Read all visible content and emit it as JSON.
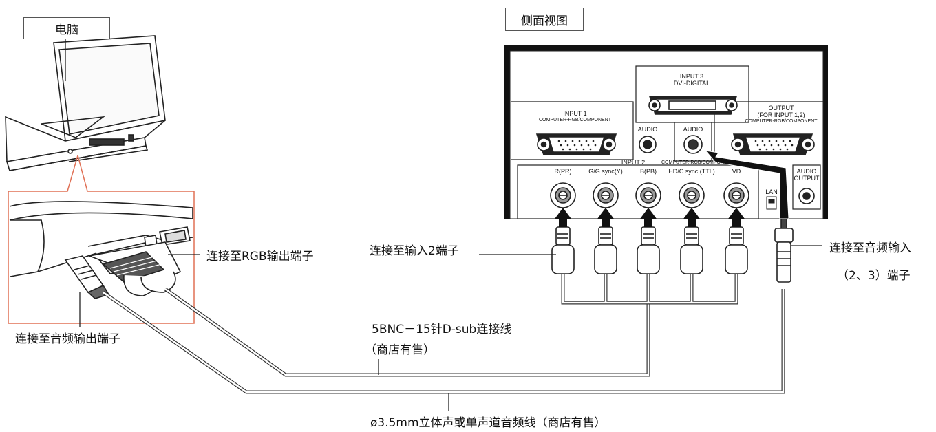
{
  "labels": {
    "computer": "电脑",
    "side_view": "侧面视图",
    "rgb_out": "连接至RGB输出端子",
    "audio_out": "连接至音频输出端子",
    "input2": "连接至输入2端子",
    "audio_in_1": "连接至音频输入",
    "audio_in_2": "（2、3）端子",
    "bnc_cable_1": "5BNC－15针D-sub连接线",
    "bnc_cable_2": "（商店有售）",
    "audio_cable": "ø3.5mm立体声或单声道音频线（商店有售）"
  },
  "panel": {
    "input3_1": "INPUT 3",
    "input3_2": "DVI-DIGITAL",
    "input1_1": "INPUT 1",
    "input1_2": "COMPUTER-RGB/COMPONENT",
    "audio_1": "AUDIO",
    "audio_2": "AUDIO",
    "output_1": "OUTPUT",
    "output_2": "(FOR INPUT 1,2)",
    "output_3": "COMPUTER-RGB/COMPONENT",
    "input2_1": "INPUT 2",
    "input2_2": "COMPUTER-RGB/COMPONENT",
    "bnc_labels": [
      "R(PR)",
      "G/G sync(Y)",
      "B(PB)",
      "HD/C sync (TTL)",
      "VD"
    ],
    "audio_output_1": "AUDIO",
    "audio_output_2": "OUTPUT",
    "lan": "LAN"
  }
}
